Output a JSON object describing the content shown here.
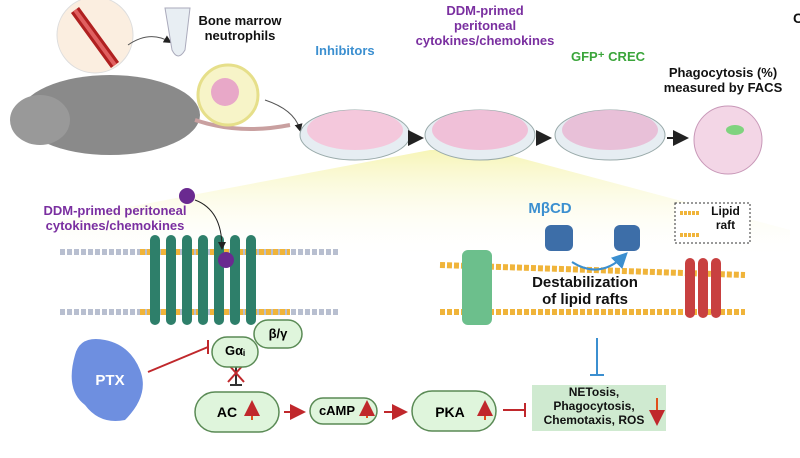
{
  "top": {
    "bone_marrow_label": "Bone marrow\nneutrophils",
    "inhibitors_label": "Inhibitors",
    "ddm_label": "DDM-primed\nperitoneal\ncytokines/chemokines",
    "crec_label": "GFP⁺ CREC",
    "phago_label": "Phagocytosis (%)\nmeasured by FACS",
    "corner_letter": "C"
  },
  "pathway": {
    "ddm_label": "DDM-primed peritoneal\ncytokines/chemokines",
    "gai": "Gαᵢ",
    "bg": "β/γ",
    "ptx": "PTX",
    "ac": "AC",
    "camp": "cAMP",
    "pka": "PKA",
    "outcome": "NETosis,\nPhagocytosis,\nChemotaxis, ROS",
    "mbcd": "MβCD",
    "destab": "Destabilization\nof lipid rafts",
    "legend_lipid_raft": "Lipid\nraft"
  },
  "colors": {
    "purple": "#7a2fa0",
    "blue": "#3b8fd0",
    "green_text": "#3aa53a",
    "receptor": "#2e7f6a",
    "inhibit_red": "#c0282c",
    "box_fill": "#dff5dc",
    "lipid": "#f0b43a"
  }
}
